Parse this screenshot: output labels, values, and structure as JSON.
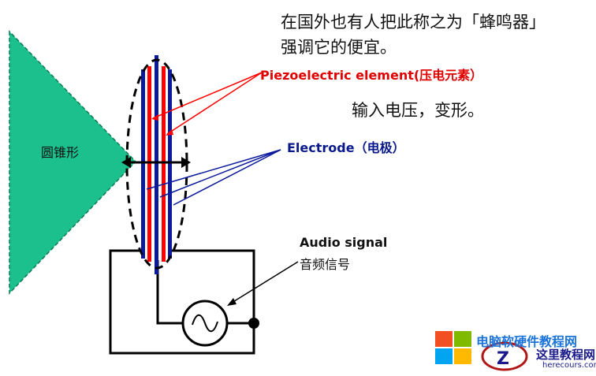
{
  "note": {
    "line1": "在国外也有人把此称之为「蜂鸣器」",
    "line2": "强调它的便宜。",
    "line3": "输入电压，变形。"
  },
  "labels": {
    "piezo": "Piezoelectric element(压电元素）",
    "electrode": "Electrode（电极）",
    "audio_en": "Audio signal",
    "audio_zh": "音频信号",
    "cone": "圆锥形"
  },
  "watermark": {
    "text": "电脑软硬件教程网",
    "site": "这里教程网",
    "url": "herecours.com"
  },
  "colors": {
    "cone": "#1cc08c",
    "piezo": "#ff0000",
    "electrode": "#0a1a9a",
    "line": "#000000"
  }
}
